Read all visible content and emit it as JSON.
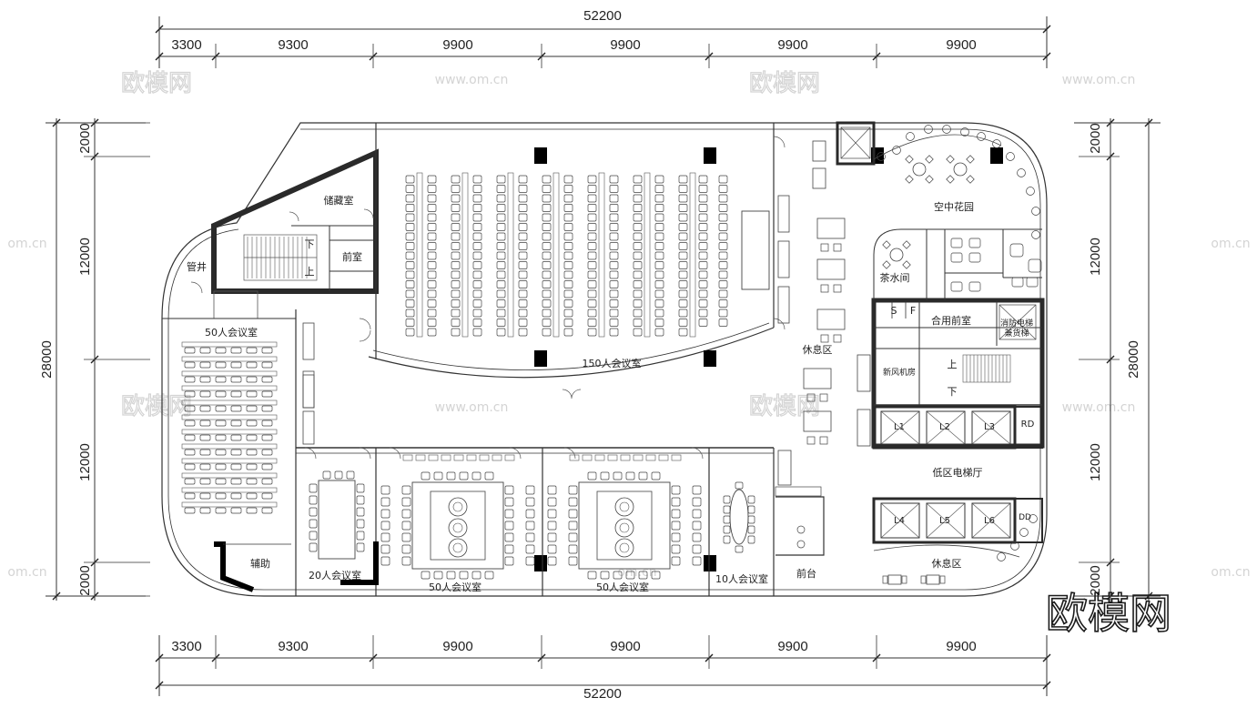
{
  "dimensions": {
    "top_total": "52200",
    "top_segments": [
      "3300",
      "9300",
      "9900",
      "9900",
      "9900",
      "9900"
    ],
    "bottom_segments": [
      "3300",
      "9300",
      "9900",
      "9900",
      "9900",
      "9900"
    ],
    "bottom_total": "52200",
    "left_total": "28000",
    "left_segments": [
      "2000",
      "12000",
      "12000",
      "2000"
    ],
    "right_total": "28000",
    "right_segments": [
      "2000",
      "12000",
      "12000",
      "2000"
    ]
  },
  "rooms": {
    "storage": "储藏室",
    "front_room": "前室",
    "pipe_shaft": "管井",
    "stair_down_left": "下",
    "stair_up_left": "上",
    "meeting_50_left": "50人会议室",
    "meeting_150": "150人会议室",
    "lounge_upper": "休息区",
    "sky_garden": "空中花园",
    "tea_room": "茶水间",
    "shared_front_room": "合用前室",
    "fire_elevator": "消防电梯",
    "service_elevator": "兼货梯",
    "fresh_air_room": "新风机房",
    "stair_up_right": "上",
    "stair_down_right": "下",
    "lift_L1": "L1",
    "lift_L2": "L2",
    "lift_L3": "L3",
    "rd": "RD",
    "low_zone_lobby": "低区电梯厅",
    "lift_L4": "L4",
    "lift_L5": "L5",
    "lift_L6": "L6",
    "dd": "DD",
    "lounge_lower": "休息区",
    "auxiliary": "辅助",
    "meeting_20": "20人会议室",
    "meeting_50_a": "50人会议室",
    "meeting_50_b": "50人会议室",
    "meeting_10": "10人会议室",
    "reception": "前台",
    "s_label": "S",
    "f_label": "F"
  },
  "watermark": {
    "brand": "欧模网",
    "url": "www.om.cn",
    "url_partial": "om.cn"
  },
  "colors": {
    "line": "#333333",
    "wall": "#2a2a2a",
    "column": "#000000",
    "watermark": "#d4d4d4",
    "brand_big": "#1a1a1a"
  }
}
